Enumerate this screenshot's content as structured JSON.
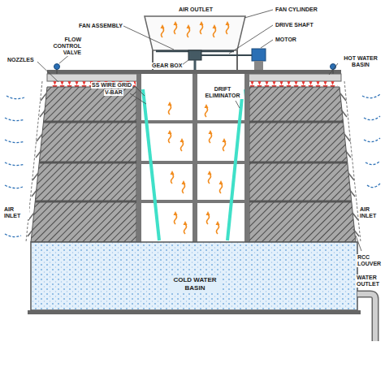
{
  "diagram": {
    "nodes": [
      {
        "text": [
          "COLD WATER BASIN"
        ]
      }
    ],
    "labels": [
      "AIR OUTLET",
      "FAN CYLINDER",
      "FAN ASSEMBLY",
      "DRIVE SHAFT",
      "FLOW CONTROL VALVE",
      "MOTOR",
      "NOZZLES",
      "GEAR BOX",
      "HOT WATER BASIN",
      "SS WIRE GRID",
      "V-BAR",
      "DRIFT ELIMINATOR",
      "AIR INLET",
      "AIR INLET",
      "RCC LOUVER",
      "WATER OUTLET"
    ]
  }
}
